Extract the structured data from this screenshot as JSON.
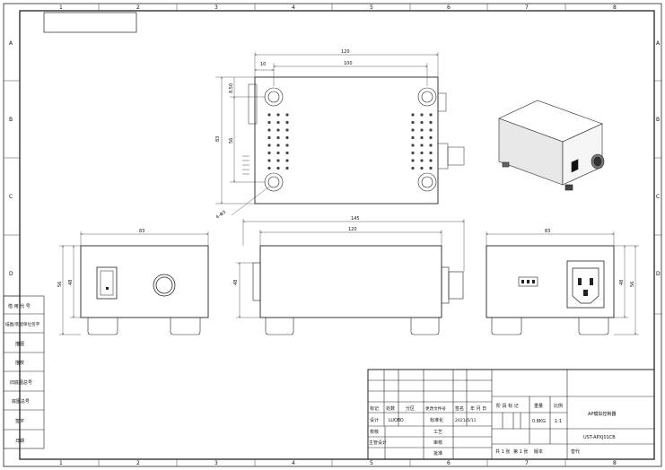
{
  "sheet": {
    "title_box": "",
    "zone_cols": [
      "1",
      "2",
      "3",
      "4",
      "5",
      "6",
      "7",
      "8"
    ],
    "zone_rows": [
      "A",
      "B",
      "C",
      "D"
    ]
  },
  "top_view": {
    "dim_overall": "120",
    "dim_holes": "100",
    "dim_left_offset": "10",
    "dim_top_offset": "8.50",
    "dim_height": "83",
    "dim_hole_pitch": "56",
    "dim_hole": "4-Φ3"
  },
  "front_view": {
    "dim_width": "83",
    "dim_height": "56",
    "dim_height_inner": "48"
  },
  "side_view": {
    "dim_overall": "145",
    "dim_body": "120",
    "dim_height": "48"
  },
  "back_view": {
    "dim_width": "83",
    "dim_height": "48",
    "dim_height_outer": "56"
  },
  "left_table": {
    "rows": [
      "借 用 代 号",
      "描图/装配单位签字",
      "描图",
      "描校",
      "旧底图总号",
      "底图总号",
      "签字",
      "日期"
    ]
  },
  "title_block": {
    "headers": [
      "标记",
      "处数",
      "分区",
      "更改文件号",
      "签名",
      "年 月 日"
    ],
    "stage_headers": [
      "阶 段 标 记",
      "重量",
      "比例"
    ],
    "role_design": "设计",
    "designer": "LUOBO",
    "std": "标准化",
    "date": "2021/5/11",
    "role_check": "校核",
    "process": "工艺",
    "role_chief": "主管设计",
    "review": "审核",
    "approve": "批准",
    "weight": "0.8KG",
    "scale": "1:1",
    "part_name": "AP模拟控制器",
    "drawing_no": "UST-APXJ01CB",
    "sheets": "共 1 张",
    "sheet_no": "第 1 张",
    "version": "版本",
    "replace": "替代"
  }
}
